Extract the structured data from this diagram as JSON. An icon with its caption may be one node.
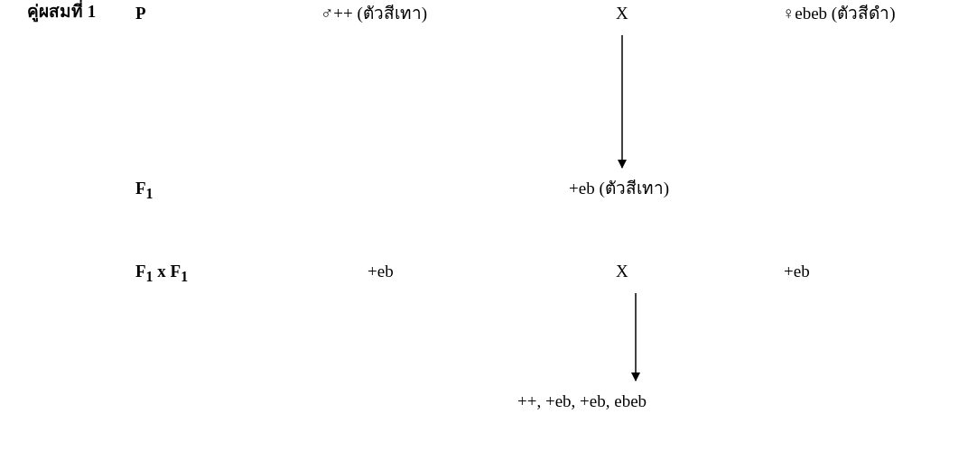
{
  "diagram": {
    "nodes": [
      {
        "text": [
          "X"
        ]
      },
      {
        "text": [
          "+eb (ตัวสีเทา)"
        ]
      },
      {
        "text": [
          "X"
        ]
      },
      {
        "text": [
          "++, +eb, +eb, ebeb"
        ]
      }
    ],
    "edges": [
      {
        "from": 0,
        "to": 1,
        "arrow": "to"
      },
      {
        "from": 2,
        "to": 3,
        "arrow": "to"
      }
    ],
    "labels": [
      "คู่ผสมที่ 1",
      "P",
      "♂++ (ตัวสีเทา)",
      "♀ebeb (ตัวสีดำ)",
      "F$_{1}$",
      "F$_{1}$ x F$_{1}$",
      "+eb",
      "+eb"
    ]
  }
}
